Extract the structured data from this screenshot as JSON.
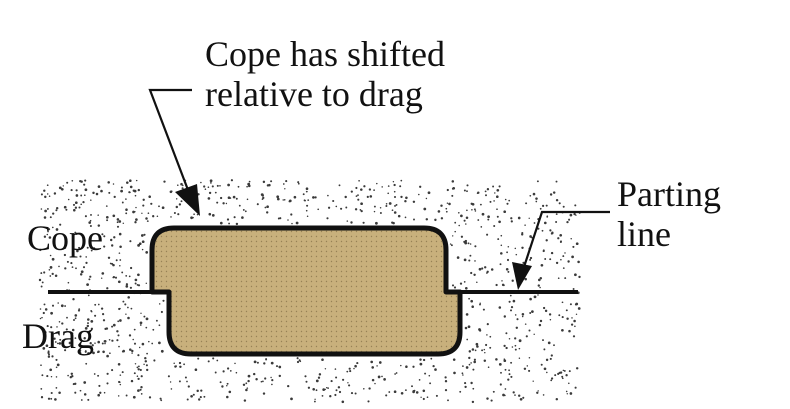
{
  "labels": {
    "shift_line1": "Cope has shifted",
    "shift_line2": "relative to drag",
    "parting_line1": "Parting",
    "parting_line2": "line",
    "cope": "Cope",
    "drag": "Drag"
  },
  "colors": {
    "casting_fill": "#c8b07c",
    "outline": "#111111",
    "sand_dots": "#3a3a3a"
  }
}
